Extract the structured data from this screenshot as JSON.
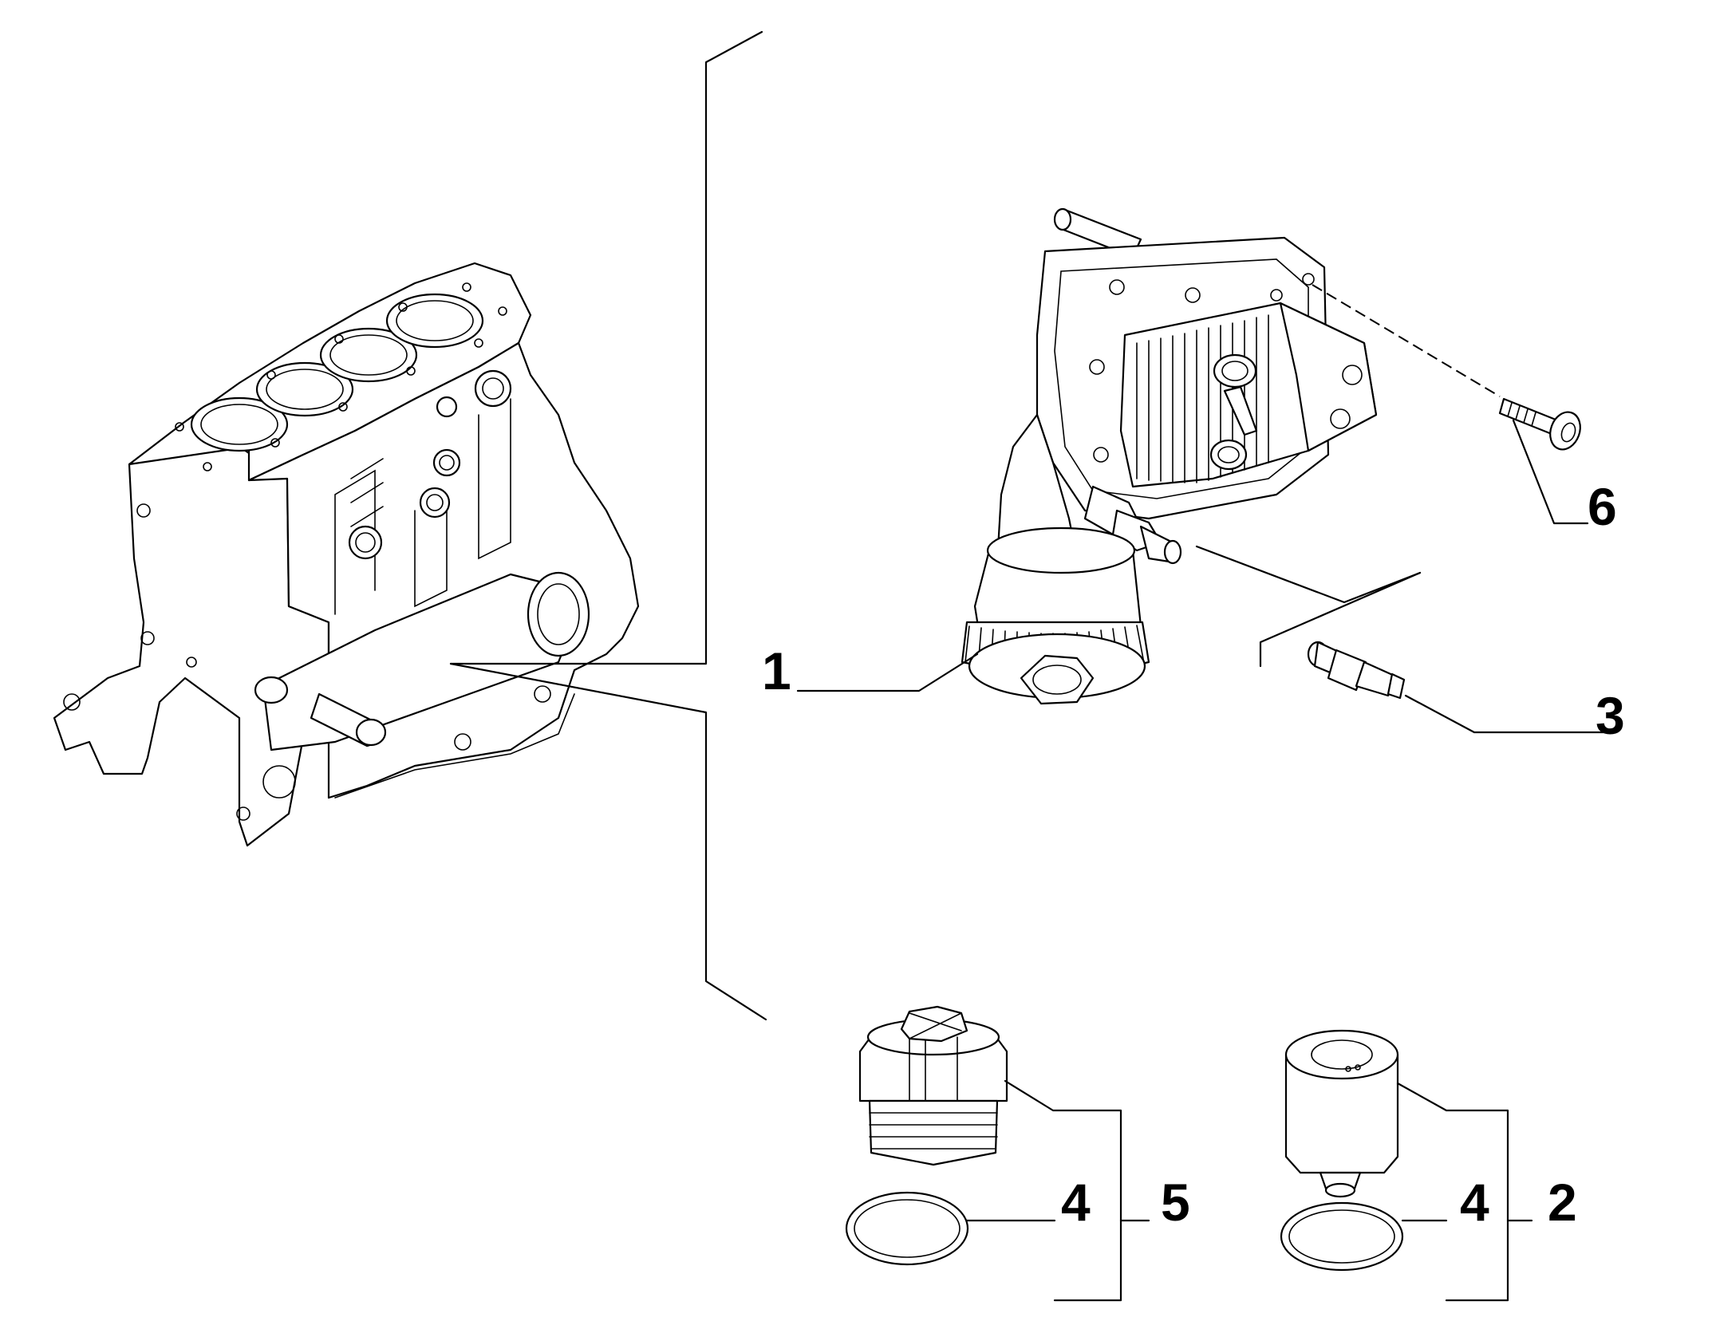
{
  "callouts": {
    "c1": "1",
    "c2": "2",
    "c3": "3",
    "c4a": "4",
    "c4b": "4",
    "c5": "5",
    "c6": "6"
  },
  "icons": {
    "engine_block": "engine-block-illustration",
    "oil_cooler_assembly": "oil-filter-housing-with-cooler",
    "oil_pressure_sensor": "threaded-sensor",
    "bolt": "screw",
    "filter_cap": "threaded-filter-cap",
    "filter_cartridge": "cartridge-filter",
    "seal_ring": "o-ring"
  },
  "colors": {
    "line": "#000000",
    "background": "#ffffff"
  }
}
